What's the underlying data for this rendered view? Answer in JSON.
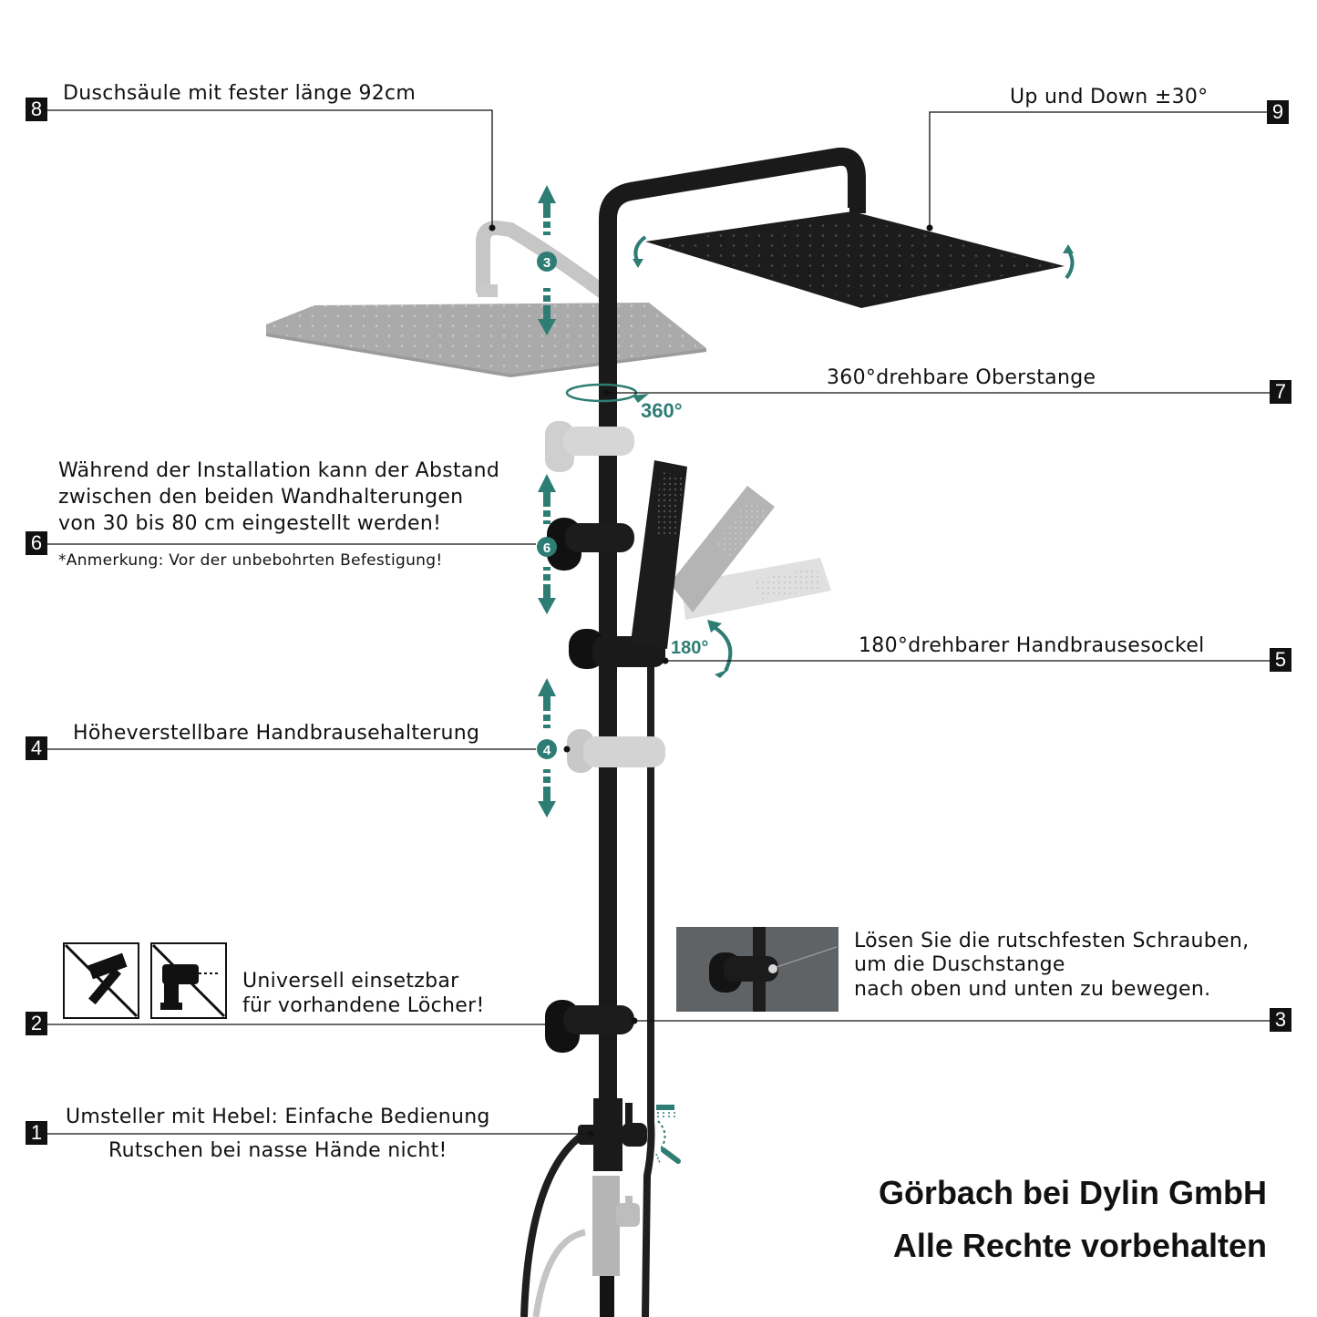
{
  "callouts": {
    "c8": {
      "badge": "8",
      "text": "Duschsäule mit fester länge 92cm"
    },
    "c9": {
      "badge": "9",
      "text": "Up und Down ±30°"
    },
    "c7": {
      "badge": "7",
      "text": "360°drehbare Oberstange"
    },
    "c6": {
      "badge": "6",
      "line1": "Während der Installation kann der Abstand",
      "line2": "zwischen den beiden Wandhalterungen",
      "line3": "von 30 bis 80 cm eingestellt werden!",
      "note": "*Anmerkung: Vor der unbebohrten Befestigung!"
    },
    "c5": {
      "badge": "5",
      "text": "180°drehbarer Handbrausesockel"
    },
    "c4": {
      "badge": "4",
      "text": "Höheverstellbare Handbrausehalterung"
    },
    "c3": {
      "badge": "3",
      "line1": "Lösen Sie die rutschfesten Schrauben,",
      "line2": "um die Duschstange",
      "line3": "nach oben und unten zu bewegen."
    },
    "c2": {
      "badge": "2",
      "line1": "Universell einsetzbar",
      "line2": "für vorhandene Löcher!"
    },
    "c1": {
      "badge": "1",
      "line1": "Umsteller mit Hebel: Einfache Bedienung",
      "line2": "Rutschen bei nasse Hände nicht!"
    }
  },
  "markers": {
    "m3": "3",
    "m6": "6",
    "m4": "4"
  },
  "angles": {
    "a360": "360°",
    "a180": "180°"
  },
  "brand": {
    "line1": "Görbach bei Dylin GmbH",
    "line2": "Alle Rechte vorbehalten"
  },
  "icons": [
    "no-hammer-icon",
    "no-drill-icon",
    "rain-shower-icon",
    "hand-shower-icon"
  ],
  "colors": {
    "accent": "#2e7d74",
    "product": "#1a1a1a",
    "ghost": "#9c9c9c",
    "line": "#111111"
  }
}
